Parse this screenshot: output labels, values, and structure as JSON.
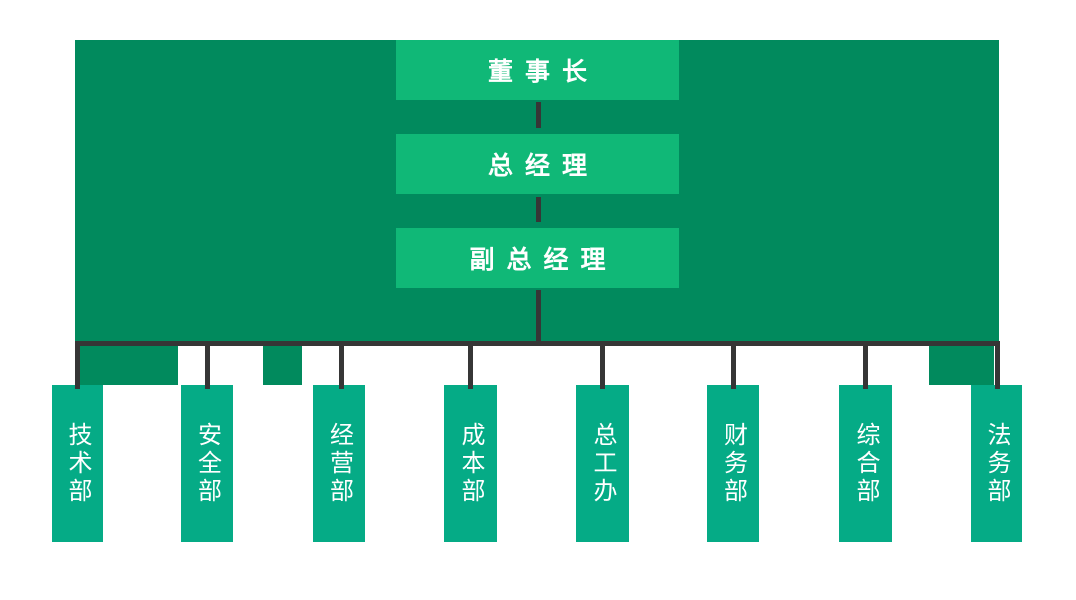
{
  "org": {
    "levels": [
      {
        "label": "董事长"
      },
      {
        "label": "总经理"
      },
      {
        "label": "副总经理"
      }
    ],
    "departments": [
      "技术部",
      "安全部",
      "经营部",
      "成本部",
      "总工办",
      "财务部",
      "综合部",
      "法务部"
    ]
  },
  "colors": {
    "background": "#ffffff",
    "banner": "#018a5d",
    "executive_box": "#10b877",
    "department_box": "#05ab86",
    "connector": "#363636",
    "text": "#ffffff"
  }
}
